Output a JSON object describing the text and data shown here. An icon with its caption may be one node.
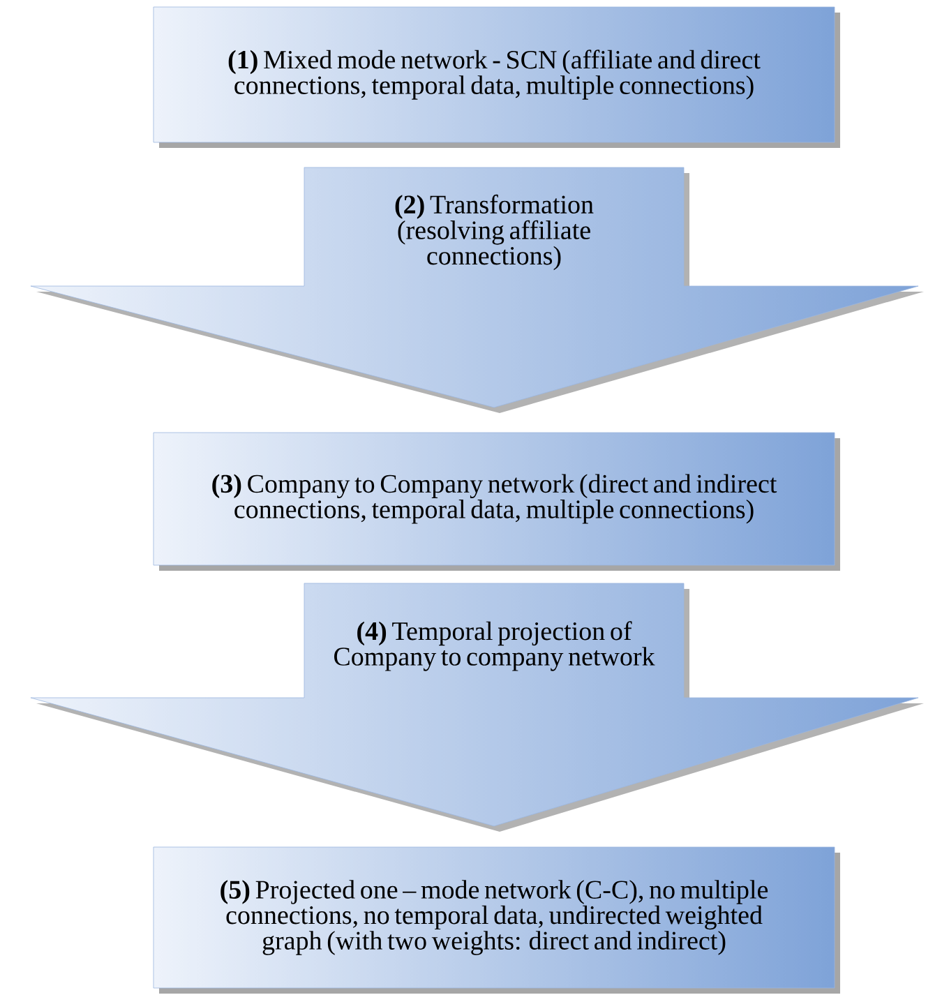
{
  "diagram": {
    "nodes": [
      {
        "text": [
          "**(1)** Mixed mode network - SCN (affiliate and direct connections, temporal data, multiple connections)"
        ]
      },
      {
        "text": [
          "**(2)** Transformation (resolving affiliate connections)"
        ]
      },
      {
        "text": [
          "**(3)** Company to Company network (direct and indirect connections, temporal data, multiple connections)"
        ]
      },
      {
        "text": [
          "**(4)** Temporal projection of Company to company network"
        ]
      },
      {
        "text": [
          "**(5)** Projected one – mode network (C-C), no multiple connections, no temporal data, undirected weighted graph (with two weights: direct and indirect)"
        ]
      }
    ]
  }
}
